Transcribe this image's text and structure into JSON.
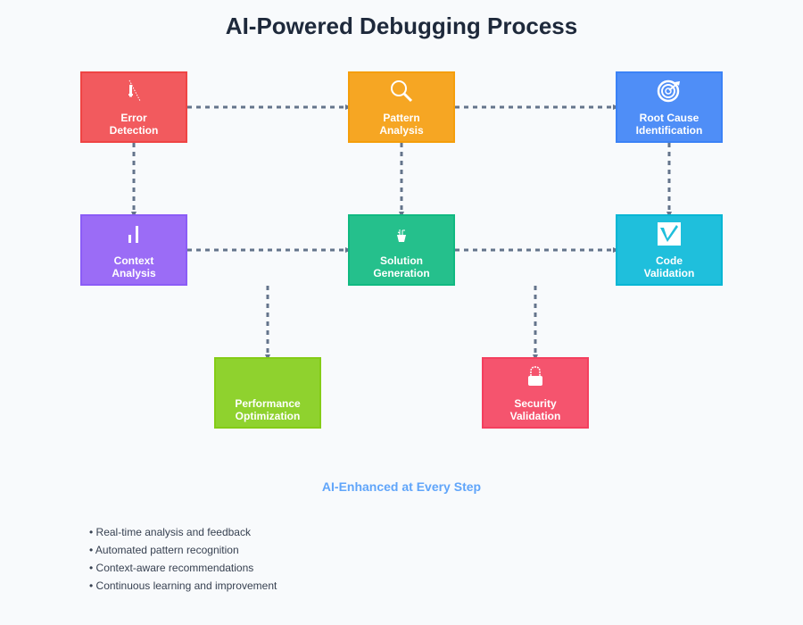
{
  "title": "AI-Powered Debugging Process",
  "nodes": [
    {
      "id": "error-detection",
      "line1": "Error",
      "line2": "Detection",
      "icon": "microscope-icon",
      "color": "#f25a5e",
      "border": "#ef4444"
    },
    {
      "id": "pattern-analysis",
      "line1": "Pattern",
      "line2": "Analysis",
      "icon": "magnifier-icon",
      "color": "#f6a623",
      "border": "#f59e0b"
    },
    {
      "id": "root-cause-identification",
      "line1": "Root Cause",
      "line2": "Identification",
      "icon": "target-icon",
      "color": "#4f8ef7",
      "border": "#3b82f6"
    },
    {
      "id": "context-analysis",
      "line1": "Context",
      "line2": "Analysis",
      "icon": "bar-chart-icon",
      "color": "#9b6cf6",
      "border": "#8b5cf6"
    },
    {
      "id": "solution-generation",
      "line1": "Solution",
      "line2": "Generation",
      "icon": "plant-pot-icon",
      "color": "#25c08c",
      "border": "#10b981"
    },
    {
      "id": "code-validation",
      "line1": "Code",
      "line2": "Validation",
      "icon": "checkbox-icon",
      "color": "#1fbfdc",
      "border": "#06b6d4"
    },
    {
      "id": "performance-optimization",
      "line1": "Performance",
      "line2": "Optimization",
      "icon": "none",
      "color": "#8fd22e",
      "border": "#84cc16"
    },
    {
      "id": "security-validation",
      "line1": "Security",
      "line2": "Validation",
      "icon": "lock-icon",
      "color": "#f5546e",
      "border": "#f43f5e"
    }
  ],
  "connections": [
    {
      "from": "error-detection",
      "to": "pattern-analysis"
    },
    {
      "from": "pattern-analysis",
      "to": "root-cause-identification"
    },
    {
      "from": "error-detection",
      "to": "context-analysis"
    },
    {
      "from": "pattern-analysis",
      "to": "solution-generation"
    },
    {
      "from": "root-cause-identification",
      "to": "code-validation"
    },
    {
      "from": "context-analysis",
      "to": "solution-generation"
    },
    {
      "from": "solution-generation",
      "to": "code-validation"
    },
    {
      "from": "context-analysis",
      "to": "performance-optimization"
    },
    {
      "from": "solution-generation",
      "to": "security-validation"
    }
  ],
  "subtitle": "AI-Enhanced at Every Step",
  "bullets": [
    "• Real-time analysis and feedback",
    "• Automated pattern recognition",
    "• Context-aware recommendations",
    "• Continuous learning and improvement"
  ],
  "colors": {
    "connector": "#64748b",
    "title": "#1e293b",
    "subtitle": "#60a5fa"
  }
}
